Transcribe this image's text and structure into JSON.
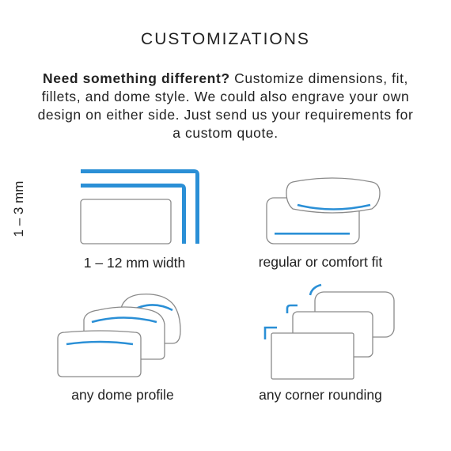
{
  "title": "CUSTOMIZATIONS",
  "description": {
    "lead": "Need something different?",
    "body": " Customize dimensions, fit, fillets, and dome style. We could also engrave your own design on either side. Just send us your requirements for a custom quote."
  },
  "panels": {
    "width": {
      "caption": "1 – 12 mm width",
      "height_caption": "1 – 3 mm"
    },
    "fit": {
      "caption": "regular or comfort fit"
    },
    "dome": {
      "caption": "any dome profile"
    },
    "corner": {
      "caption": "any corner rounding"
    }
  },
  "colors": {
    "accent": "#2a8fd6",
    "outline": "#8a8a8a",
    "fill": "#ffffff"
  }
}
